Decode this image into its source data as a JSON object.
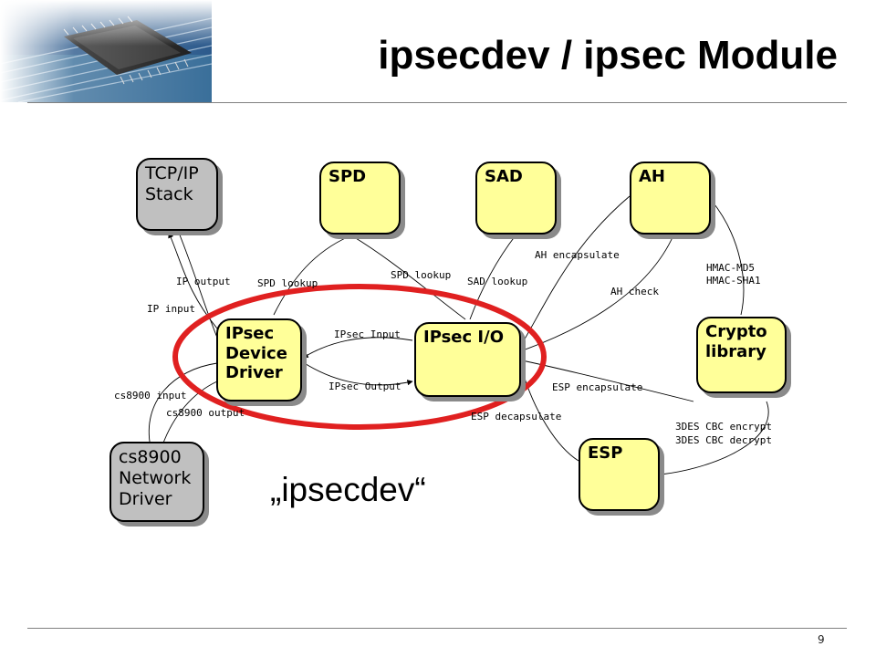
{
  "title": "ipsecdev / ipsec Module",
  "page_number": "9",
  "colors": {
    "component_fill": "#ffff99",
    "external_fill": "#c0c0c0",
    "highlight_ring": "#e02020"
  },
  "logo": {
    "icon": "circuit-chip-icon"
  },
  "nodes": {
    "tcpip": [
      "TCP/IP",
      "Stack"
    ],
    "spd": [
      "SPD"
    ],
    "sad": [
      "SAD"
    ],
    "ah": [
      "AH"
    ],
    "device_driver": [
      "IPsec",
      "Device",
      "Driver"
    ],
    "ipsec_io": [
      "IPsec I/O"
    ],
    "crypto": [
      "Crypto",
      "library"
    ],
    "esp": [
      "ESP"
    ],
    "cs8900": [
      "cs8900",
      "Network",
      "Driver"
    ]
  },
  "edges": {
    "ip_output": "IP output",
    "ip_input": "IP input",
    "spd_lookup_left": "SPD lookup",
    "spd_lookup_right": "SPD lookup",
    "sad_lookup": "SAD lookup",
    "ah_encapsulate": "AH encapsulate",
    "ah_check": "AH check",
    "hmac_md5": "HMAC-MD5",
    "hmac_sha1": "HMAC-SHA1",
    "ipsec_input": "IPsec Input",
    "ipsec_output": "IPsec Output",
    "esp_encapsulate": "ESP encapsulate",
    "esp_decapsulate": "ESP decapsulate",
    "cs8900_input": "cs8900 input",
    "cs8900_output": "cs8900 output",
    "des_encrypt": "3DES CBC encrypt",
    "des_decrypt": "3DES CBC decrypt"
  },
  "highlight_caption": "„ipsecdev“"
}
